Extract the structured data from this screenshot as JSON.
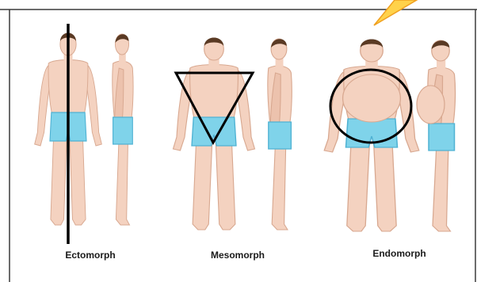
{
  "body_types": [
    {
      "label": "Ectomorph",
      "overlay": "vertical line"
    },
    {
      "label": "Mesomorph",
      "overlay": "inverted triangle"
    },
    {
      "label": "Endomorph",
      "overlay": "circle"
    }
  ],
  "colors": {
    "skin": "#f4d2c0",
    "skin_shadow": "#e2b29b",
    "shorts": "#7fd3ea",
    "shorts_shadow": "#4fb2d3",
    "hair": "#5a3a24",
    "overlay": "#000000",
    "arrow": "#ffd24a",
    "frame": "#3a3a3a"
  }
}
